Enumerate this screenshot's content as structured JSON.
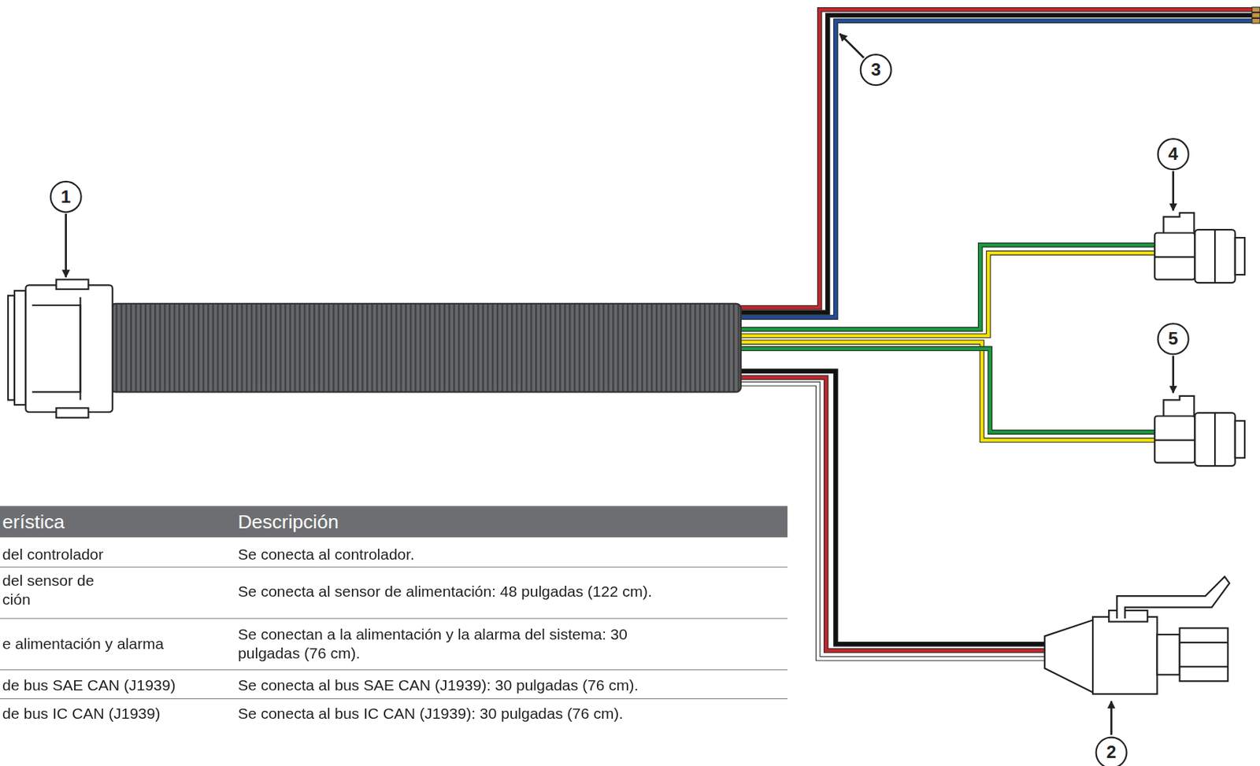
{
  "diagram": {
    "nodes": [
      {
        "text": [
          "1"
        ]
      },
      {
        "text": [
          "2"
        ]
      },
      {
        "text": [
          "3"
        ]
      },
      {
        "text": [
          "4"
        ]
      },
      {
        "text": [
          "5"
        ]
      }
    ],
    "labels": [
      "erística",
      "Descripción",
      "del controlador",
      "Se conecta al controlador.",
      "del sensor de ción",
      "Se conecta al sensor de alimentación: 48 pulgadas (122 cm).",
      "e alimentación y alarma",
      "Se conectan a la alimentación y la alarma del sistema: 30 pulgadas (76 cm).",
      "de bus SAE CAN (J1939)",
      "Se conecta al bus SAE CAN (J1939): 30 pulgadas (76 cm).",
      "de bus IC CAN (J1939)",
      "Se conecta al bus IC CAN (J1939): 30 pulgadas (76 cm)."
    ]
  }
}
